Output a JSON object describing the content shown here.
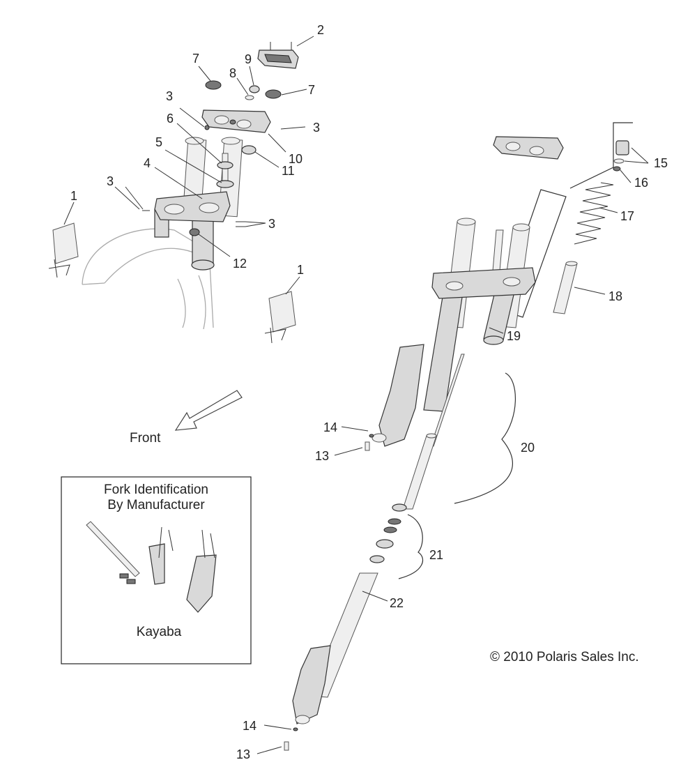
{
  "callouts": {
    "c1a": "1",
    "c1b": "1",
    "c2": "2",
    "c3a": "3",
    "c3b": "3",
    "c3c": "3",
    "c3d": "3",
    "c4": "4",
    "c5": "5",
    "c6": "6",
    "c7a": "7",
    "c7b": "7",
    "c8": "8",
    "c9": "9",
    "c10": "10",
    "c11": "11",
    "c12": "12",
    "c13a": "13",
    "c13b": "13",
    "c14a": "14",
    "c14b": "14",
    "c15": "15",
    "c16": "16",
    "c17": "17",
    "c18": "18",
    "c19": "19",
    "c20": "20",
    "c21": "21",
    "c22": "22"
  },
  "front_label": "Front",
  "inset": {
    "title_line1": "Fork Identification",
    "title_line2": "By Manufacturer",
    "manufacturer": "Kayaba"
  },
  "copyright": "© 2010 Polaris Sales Inc."
}
